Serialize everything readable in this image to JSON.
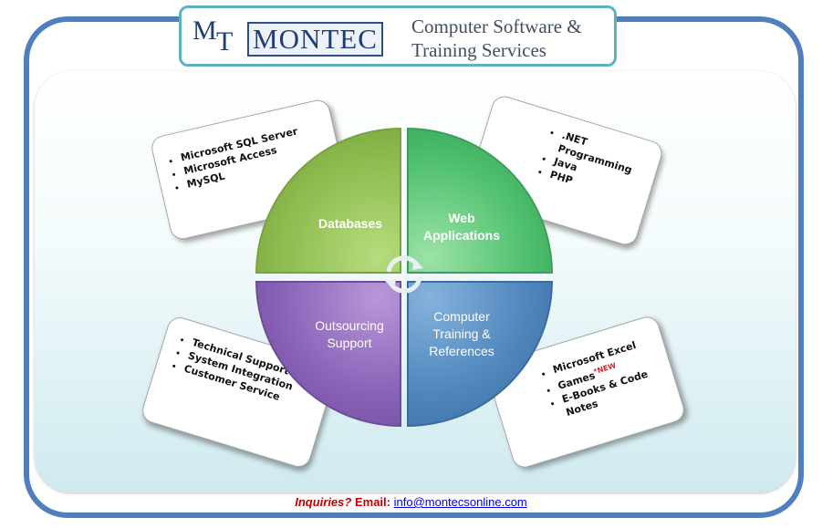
{
  "header": {
    "logo_m": "M",
    "logo_t": "T",
    "brand": "MONTEC",
    "tagline_line1": "Computer Software &",
    "tagline_line2": "Training Services"
  },
  "quadrants": {
    "databases": {
      "label": "Databases",
      "color": "#8ebc4f",
      "items": [
        "Microsoft SQL Server",
        "Microsoft Access",
        "MySQL"
      ]
    },
    "web": {
      "label_line1": "Web",
      "label_line2": "Applications",
      "color": "#4fc06e",
      "items": [
        ".NET Programming",
        "Java",
        "PHP"
      ]
    },
    "outsourcing": {
      "label_line1": "Outsourcing",
      "label_line2": "Support",
      "color": "#8a62b8",
      "items": [
        "Technical Support",
        "System Integration",
        "Customer Service"
      ]
    },
    "training": {
      "label_line1": "Computer",
      "label_line2": "Training &",
      "label_line3": "References",
      "color": "#4f86bd",
      "items": [
        "Microsoft Excel",
        "Games",
        "E-Books & Code Notes"
      ],
      "new_badge": "*NEW"
    }
  },
  "footer": {
    "inquiries": "Inquiries?",
    "email_label": "Email:",
    "email": "info@montecsonline.com"
  },
  "icons": {
    "center": "cycle-arrows-icon"
  }
}
